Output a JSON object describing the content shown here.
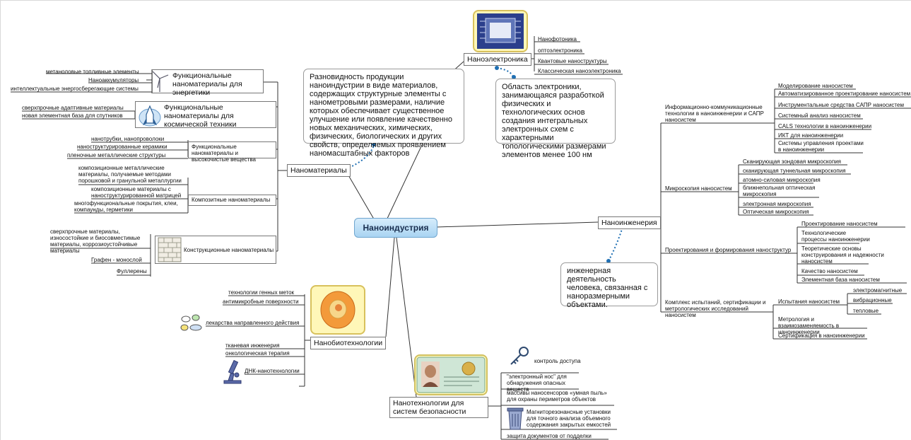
{
  "center": "Наноиндустрия",
  "colors": {
    "center_fill": "#b9dcf5",
    "callout_dots": "#1f6fb3",
    "picture_frame": "#d8c15c"
  },
  "icons": [
    "wind-turbine-icon",
    "rocket-icon",
    "brick-wall-icon",
    "pills-icon",
    "microscope-icon",
    "key-icon",
    "trash-bin-icon",
    "chip-picture-icon",
    "cell-picture-icon",
    "id-card-picture-icon"
  ],
  "branches": {
    "nanomaterials": {
      "label": "Наноматериалы",
      "energy": {
        "label": "Функциональные наноматериалы для энергетики",
        "leaves": [
          "метаноловые топливные элементы",
          "Наноаккумуляторы",
          "интеллектуальные энергосберегающие системы"
        ]
      },
      "space": {
        "label": "Функциональные наноматериалы для космической техники",
        "leaves": [
          "сверхпрочные адаптивные материалы",
          "новая элементная база для спутников"
        ]
      },
      "high_purity": {
        "label": "Функциональные наноматериалы и высокочистые вещества",
        "leaves": [
          "нанотрубки, нанопроволоки",
          "наноструктурированные керамики",
          "пленочные металлические структуры"
        ]
      },
      "composite": {
        "label": "Композитные наноматериалы",
        "leaves": [
          "композиционные металлические материалы, получаемые методами порошковой и гранульной металлургии",
          "композиционные материалы с наноструктурированной матрицей",
          "многофункциональные покрытия, клеи, компаунды, герметики"
        ]
      },
      "construction": {
        "label": "Конструкционные наноматериалы",
        "leaves": [
          "сверхпрочные материалы, износостойкие и биосовместимые материалы, коррозиоустойчивые материалы",
          "Графен - монослой",
          "Фуллерены"
        ]
      },
      "note": "Разновидность продукции наноиндустрии в виде материалов, содержащих структурные элементы с нанометровыми размерами, наличие которых обеспечивает существенное улучшение или появление качественно новых механических, химических, физических, биологических и других свойств, определяемых проявлением наномасштабных факторов"
    },
    "nanoelectronics": {
      "label": "Наноэлектроника",
      "leaves": [
        "Нанофотоника",
        "оптоэлектроника",
        "Квантовые наноструктуры",
        "Классическая наноэлектроника"
      ],
      "note": "Область электроники, занимающаяся разработкой физических и технологических основ создания интегральных электронных схем с характерными топологическими размерами элементов менее 100 нм"
    },
    "nanoengineering": {
      "label": "Наноинженерия",
      "note": "инженерная деятельность человека, связанная с наноразмерными объектами.",
      "ict": {
        "label": "Информационно-коммуникационные технологии в наноинженерии и САПР наносистем",
        "leaves": [
          "Моделирование наносистем",
          "Автоматизированное проектирование наносистем",
          "Инструментальные средства САПР наносистем",
          "Системный анализ наносистем",
          "CALS технологии в наноинженерии",
          "ИКТ для наноинженерии",
          "Системы управления проектами в наноинженерии"
        ]
      },
      "microscopy": {
        "label": "Микроскопия наносистем",
        "leaves": [
          "Сканирующая зондовая микроскопия",
          "сканирующая туннельная микроскопия",
          "атомно-силовая микроскопия",
          "ближнепольная оптическая микроскопия",
          "электронная микроскопия",
          "Оптическая микроскопия"
        ]
      },
      "design": {
        "label": "Проектирования и формирования наноструктур",
        "leaves": [
          "Проектирование наносистем",
          "Технологические процессы наноинженерии",
          "Теоретические основы конструирования и надежности наносистем",
          "Качество наносистем",
          "Элементная база наносистем"
        ]
      },
      "testing": {
        "label": "Комплекс испытаний, сертификации и метрологических исследований наносистем",
        "tests": {
          "label": "Испытания наносистем",
          "leaves": [
            "электромагнитные",
            "вибрационные",
            "тепловые"
          ]
        },
        "leaves": [
          "Метрология и взаимозаменяемость в наноинженерии",
          "Сертификация в наноинженерии"
        ]
      }
    },
    "nanobiotech": {
      "label": "Нанобиотехнологии",
      "leaves": [
        "технологии генных меток",
        "антимикробные поверхности",
        "лекарства направленного действия",
        "тканевая инженерия",
        "онкологическая терапия",
        "ДНК-нанотехнологии"
      ]
    },
    "security": {
      "label": "Нанотехнологии для систем безопасности",
      "leaves": [
        "контроль доступа",
        "\"электронный нос\" для обнаружения опасных веществ",
        "массивы наносенсоров «умная пыль» для охраны периметров объектов",
        "Магниторезонансные установки для точного анализа объемного содержания закрытых емкостей",
        "защита документов от подделки"
      ]
    }
  }
}
